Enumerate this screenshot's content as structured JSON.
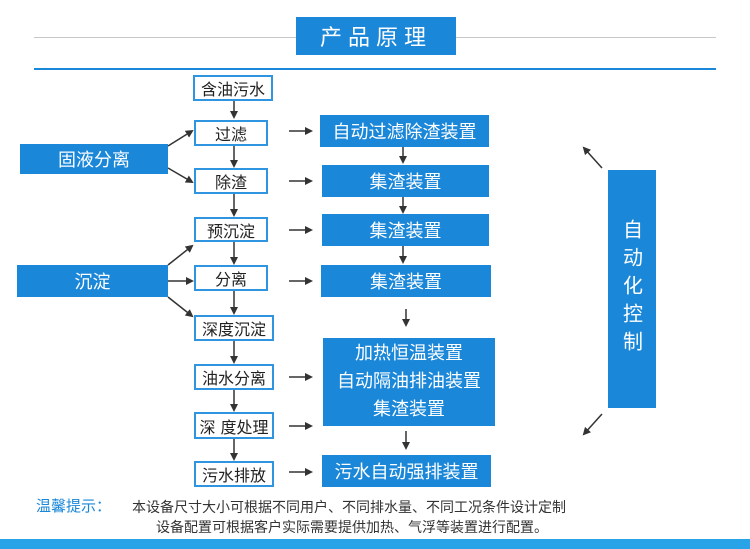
{
  "header": {
    "title": "产品原理"
  },
  "left_groups": {
    "solid_liquid": "固液分离",
    "sediment": "沉淀"
  },
  "steps": [
    "含油污水",
    "过滤",
    "除渣",
    "预沉淀",
    "分离",
    "深度沉淀",
    "油水分离",
    "深 度处理",
    "污水排放"
  ],
  "devices": {
    "auto_filter": "自动过滤除渣装置",
    "slag_1": "集渣装置",
    "slag_2": "集渣装置",
    "slag_3": "集渣装置",
    "combo_line1": "加热恒温装置",
    "combo_line2": "自动隔油排油装置",
    "combo_line3": "集渣装置",
    "discharge": "污水自动强排装置"
  },
  "auto_control": "自动化控制",
  "footer": {
    "label": "温馨提示：",
    "line1": "本设备尺寸大小可根据不同用户、不同排水量、不同工况条件设计定制",
    "line2": "设备配置可根据客户实际需要提供加热、气浮等装置进行配置。"
  },
  "colors": {
    "accent": "#1a87d9",
    "step_border": "#2f95e0",
    "arrow": "#333333"
  }
}
